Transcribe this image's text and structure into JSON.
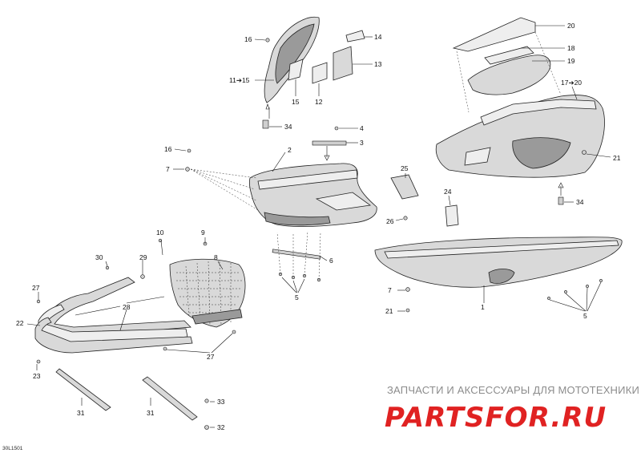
{
  "diagram_code": "30L1501",
  "watermark": {
    "tagline": "ЗАПЧАСТИ И АКСЕССУАРЫ ДЛЯ МОТОТЕХНИКИ",
    "logo": "PARTSFOR.RU"
  },
  "callouts": {
    "c1": "1",
    "c2": "2",
    "c3": "3",
    "c4": "4",
    "c5a": "5",
    "c5b": "5",
    "c6": "6",
    "c7a": "7",
    "c7b": "7",
    "c8": "8",
    "c9": "9",
    "c10": "10",
    "c11_15": "11➔15",
    "c12": "12",
    "c13": "13",
    "c14": "14",
    "c15": "15",
    "c16a": "16",
    "c16b": "16",
    "c17_20": "17➔20",
    "c18": "18",
    "c19": "19",
    "c20": "20",
    "c21a": "21",
    "c21b": "21",
    "c22": "22",
    "c23": "23",
    "c24": "24",
    "c25": "25",
    "c26": "26",
    "c27a": "27",
    "c27b": "27",
    "c28": "28",
    "c29": "29",
    "c30": "30",
    "c31a": "31",
    "c31b": "31",
    "c32": "32",
    "c33": "33",
    "c34a": "34",
    "c34b": "34"
  }
}
